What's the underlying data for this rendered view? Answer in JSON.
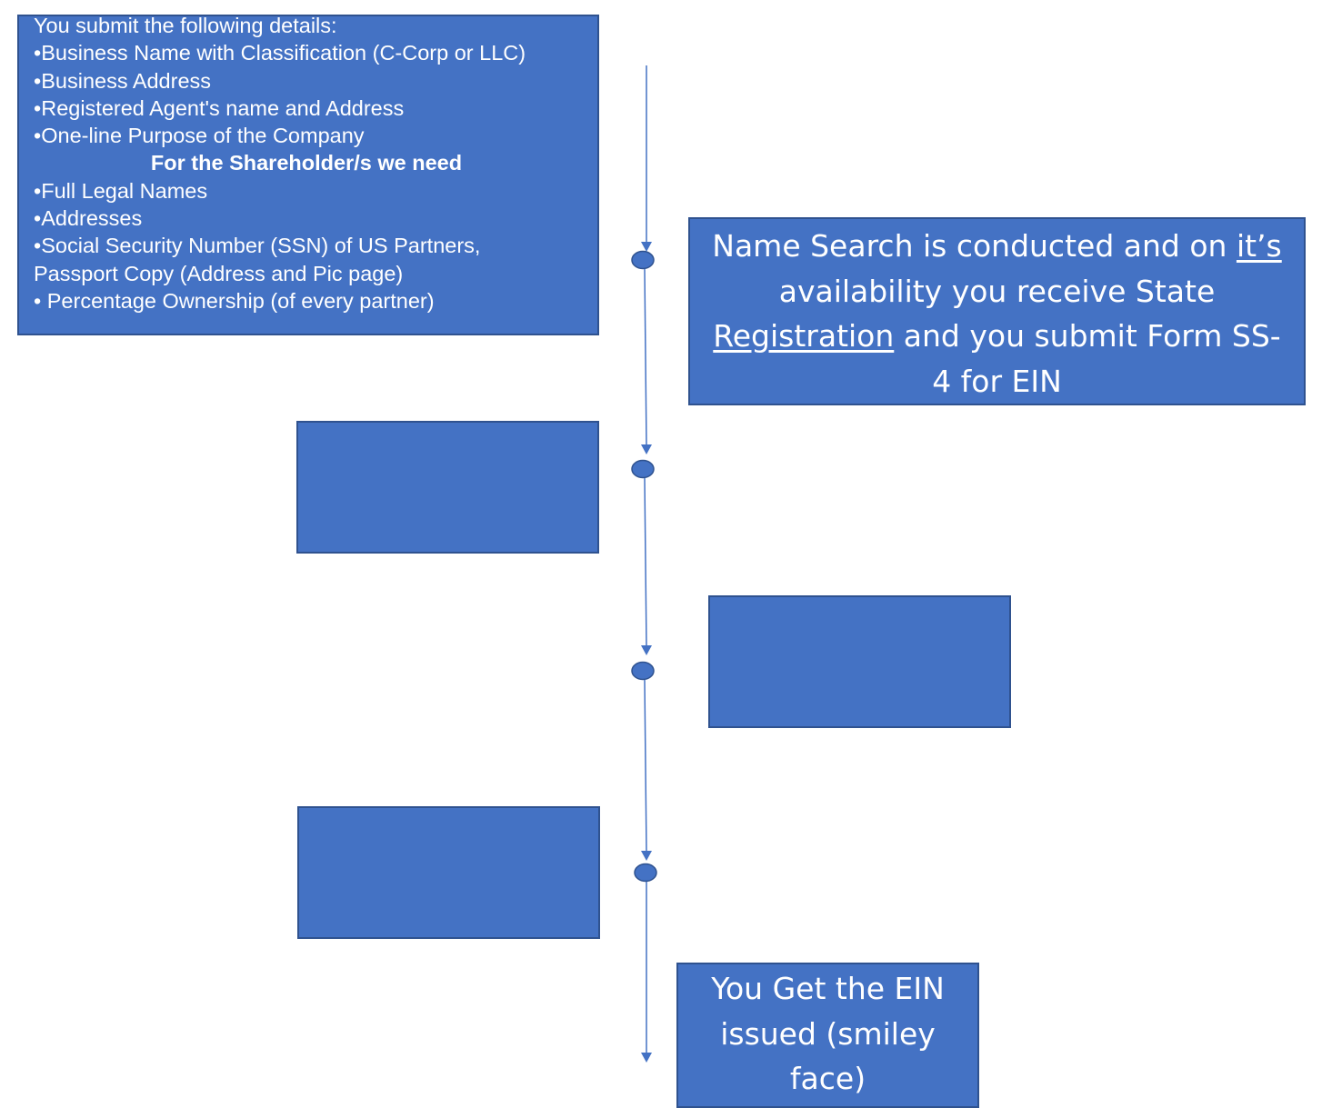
{
  "details_box": {
    "lines": [
      "You submit the following details:",
      "•Business Name with Classification (C-Corp or LLC)",
      "•Business Address",
      "•Registered Agent's name and Address",
      "•One-line Purpose of the Company"
    ],
    "subheading": "For the Shareholder/s we need",
    "shareholder_lines": [
      "•Full Legal Names",
      "•Addresses",
      "•Social Security Number (SSN) of US Partners,",
      "Passport Copy (Address and Pic page)",
      "• Percentage Ownership (of every partner)"
    ]
  },
  "name_search_box": {
    "part1": "Name Search is conducted and on ",
    "underlined1": "it’s",
    "part2": " availability you receive State ",
    "underlined2": "Registration",
    "part3": " and you submit Form SS-4 for EIN"
  },
  "ein_box": {
    "text": "You Get the EIN issued (smiley face)"
  },
  "colors": {
    "box_fill": "#4472c4",
    "box_border": "#2f528f",
    "timeline": "#4472c4"
  }
}
